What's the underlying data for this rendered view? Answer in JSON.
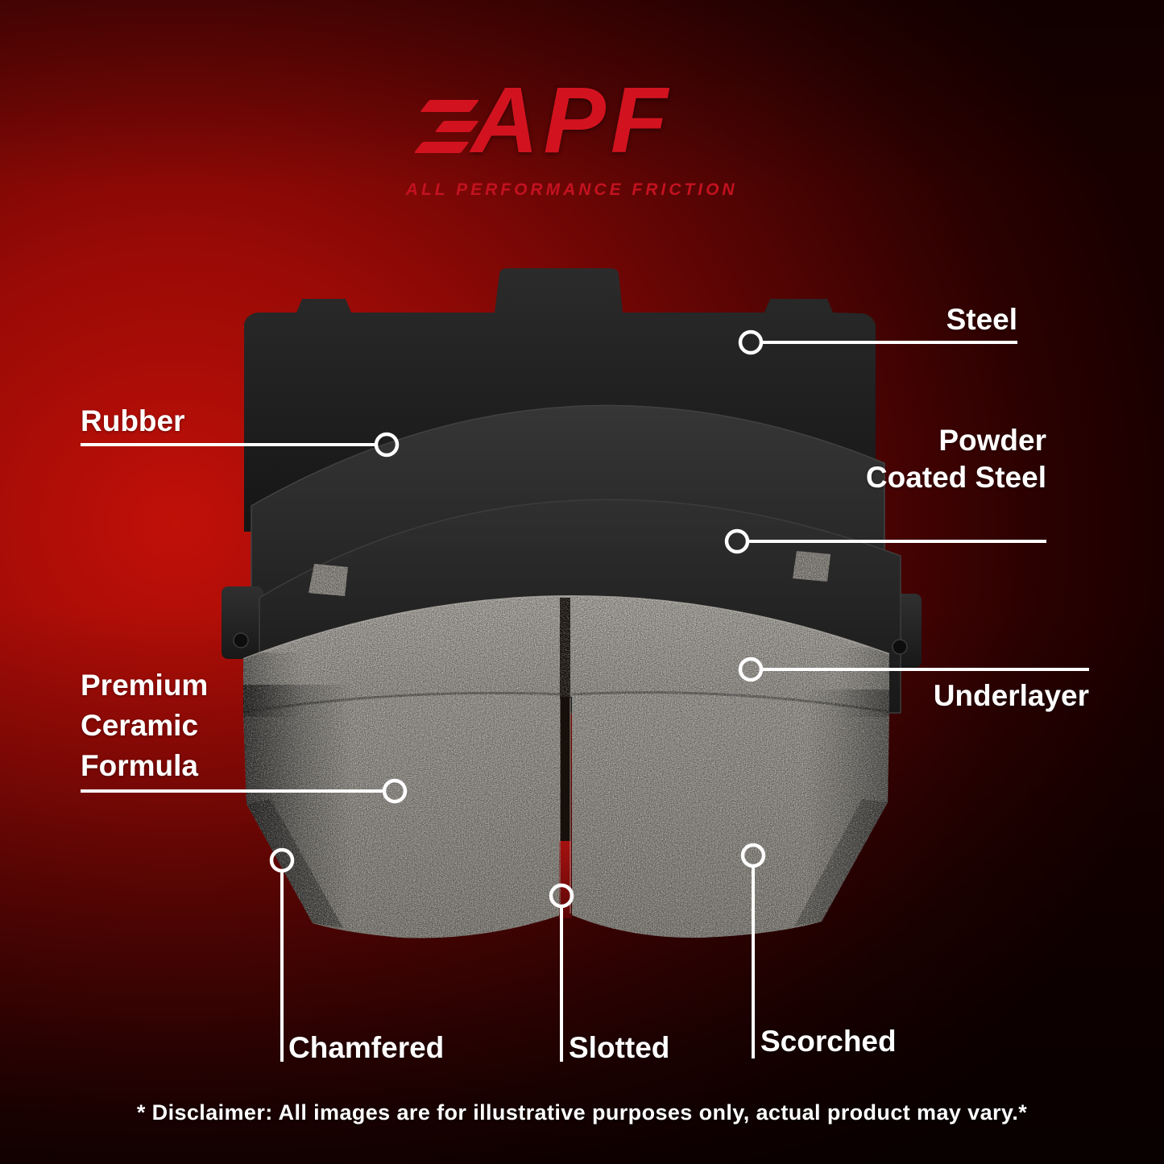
{
  "brand": {
    "logo_text": "APF",
    "tagline": "ALL PERFORMANCE FRICTION",
    "accent_color": "#d2131f"
  },
  "diagram": {
    "callouts": {
      "steel": {
        "label": "Steel"
      },
      "rubber": {
        "label": "Rubber"
      },
      "powder_coated_steel": {
        "label": "Powder Coated Steel"
      },
      "underlayer": {
        "label": "Underlayer"
      },
      "premium_ceramic_formula": {
        "label": "Premium Ceramic Formula"
      },
      "chamfered": {
        "label": "Chamfered"
      },
      "slotted": {
        "label": "Slotted"
      },
      "scorched": {
        "label": "Scorched"
      }
    }
  },
  "footer": {
    "disclaimer": "* Disclaimer: All images are for illustrative purposes only, actual product may vary.*"
  },
  "colors": {
    "background_red": "#a50d0b",
    "background_dark": "#140000",
    "label_text": "#ffffff"
  }
}
